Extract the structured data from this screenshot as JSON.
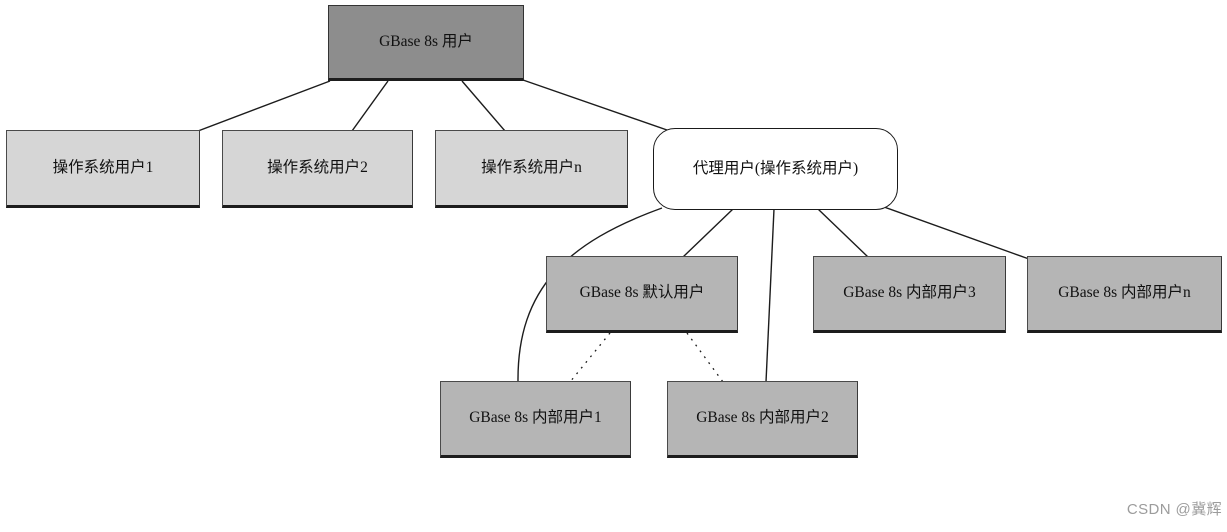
{
  "diagram": {
    "type": "tree-hierarchy",
    "nodes": {
      "root": {
        "label": "GBase 8s 用户"
      },
      "os1": {
        "label": "操作系统用户1"
      },
      "os2": {
        "label": "操作系统用户2"
      },
      "osn": {
        "label": "操作系统用户n"
      },
      "proxy": {
        "label": "代理用户(操作系统用户)"
      },
      "default_user": {
        "label": "GBase 8s 默认用户"
      },
      "internal3": {
        "label": "GBase 8s 内部用户3"
      },
      "internaln": {
        "label": "GBase 8s 内部用户n"
      },
      "internal1": {
        "label": "GBase 8s 内部用户1"
      },
      "internal2": {
        "label": "GBase 8s 内部用户2"
      }
    },
    "edges": [
      {
        "from": "root",
        "to": "os1",
        "style": "solid"
      },
      {
        "from": "root",
        "to": "os2",
        "style": "solid"
      },
      {
        "from": "root",
        "to": "osn",
        "style": "solid"
      },
      {
        "from": "root",
        "to": "proxy",
        "style": "solid"
      },
      {
        "from": "proxy",
        "to": "internal1",
        "style": "solid-curve"
      },
      {
        "from": "proxy",
        "to": "default_user",
        "style": "solid"
      },
      {
        "from": "proxy",
        "to": "internal2",
        "style": "solid"
      },
      {
        "from": "proxy",
        "to": "internal3",
        "style": "solid"
      },
      {
        "from": "proxy",
        "to": "internaln",
        "style": "solid"
      },
      {
        "from": "default_user",
        "to": "internal1",
        "style": "dotted"
      },
      {
        "from": "default_user",
        "to": "internal2",
        "style": "dotted"
      }
    ],
    "colors": {
      "root_fill": "#8d8d8d",
      "os_user_fill": "#d6d6d6",
      "internal_user_fill": "#b5b5b5",
      "proxy_fill": "#ffffff",
      "border": "#1d1d1d",
      "line": "#1c1c1c"
    }
  },
  "watermark": {
    "text": "CSDN @冀辉",
    "color": "#9c9c9c"
  }
}
